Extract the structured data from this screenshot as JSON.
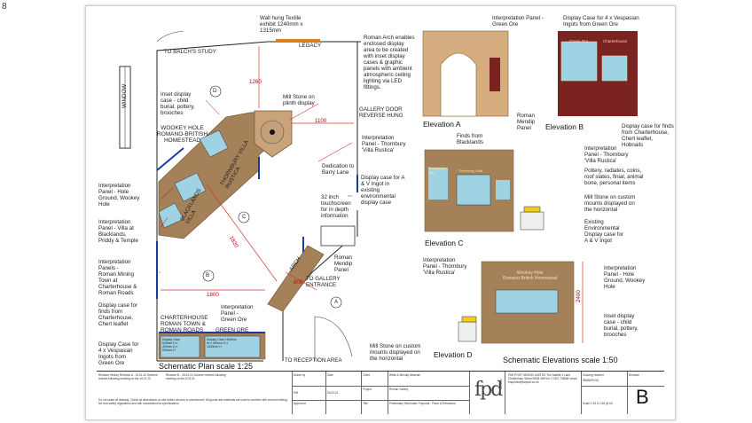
{
  "page_mark": "8",
  "plan": {
    "wall_hung": "Wall hung Textile\nexhibit 1240mm x\n1315mm",
    "legacy": "LEGACY",
    "to_balch": "TO BALCH'S STUDY",
    "window": "WINDOW",
    "inset_case": "Inset display\ncase - child\nburial, pottery,\nbrooches",
    "wookey_homestead": "WOOKEY HOLE\nROMANO-BRITISH\nHOMESTEAD",
    "mill_stone_plinth": "Mill Stone on\nplinth display",
    "dim_1100": "1100",
    "dim_1260": "1260",
    "gallery_door": "GALLERY DOOR\nREVERSE HUNG",
    "roman_arch": "Roman Arch enables\nenclosed display\narea to be created\nwith inset display\ncases & graphic\npanels with ambient\natmospheric ceiling\nlighting via LED\nfittings.",
    "interp_thornbury": "Interpretation\nPanel - Thornbury\n'Villa Rustica'",
    "dedication": "Dedication to\nBarry Lane",
    "display_case_av": "Display case for A\n& V Ingot in\nexisting\nenvironmental\ndisplay case",
    "touchscreen": "32 inch\ntouchscreen\nfor in depth\ninformation",
    "thornbury_villa": "THORNBURY VILLA\nRUSTICA",
    "blacklands_villa": "BLACKLANDS\nVILLA",
    "interp_hole_ground": "Interpretation\nPanel - Hole\nGround, Wookey\nHole",
    "interp_blacklands": "Interpretation\nPanel - Villa at\nBlacklands,\nPriddy & Temple",
    "interp_mining": "Interpretation\nPanels -\nRoman Mining\nTown at\nCharterhouse &\nRoman Roads",
    "display_case_finds": "Display case for\nfinds from\nCharterhouse,\nChert leaflet",
    "display_case_ingots": "Display Case for\n4 x Vespasian\nIngots from\nGreen Ore",
    "dim_1820": "1820",
    "dim_1800": "1800",
    "dim_900": "900",
    "roman_mendip": "Roman\nMendip\nPanel",
    "to_gallery_entrance": "TO GALLERY\nENTRANCE",
    "arch": "ARCH",
    "interp_green_ore": "Interpretation\nPanel -\nGreen Ore",
    "charterhouse": "CHARTERHOUSE\nROMAN TOWN &\nROMAN ROADS",
    "green_ore": "GREEN ORE",
    "to_reception": "TO RECEPTION AREA",
    "case_a": "Display Case\n600mm H x\n400mm D x\n900mm H",
    "case_b": "Display Case 1600mm\nW x 400mm D x\n1000mm H",
    "marker_d": "D",
    "marker_c": "C",
    "marker_b": "B",
    "marker_a": "A",
    "caption": "Schematic Plan scale 1:25"
  },
  "elevations": {
    "a_label": "Elevation A",
    "a_note": "Roman\nMendip\nPanel",
    "b_label": "Elevation B",
    "b_interp": "Interpretation Panel -\nGreen Ore",
    "b_display": "Display Case for 4 x Vespasian\nIngots from Green Ore",
    "b_finds": "Display case for finds\nfrom Charterhouse,\nChert leaflet, Hobnails",
    "b_green_ore": "Green Ore",
    "b_charterhouse": "Charterhouse",
    "c_label": "Elevation C",
    "c_finds": "Finds from\nBlacklands",
    "c_interp": "Interpretation\nPanel - Thornbury\n'Villa Rustica'",
    "c_pottery": "Pottery, radiates, coins,\nroof slates, finial, animal\nbone, personal items",
    "c_mill": "Mill Stone on custom\nmounts displayed on\nthe horizontal",
    "c_existing": "Existing\nEnvironmental\nDisplay case for\nA & V Ingot",
    "c_blacklands": "Blacklands\nVilla",
    "c_thornbury": "Thornbury Villa",
    "d_label": "Elevation D",
    "d_interp_thornbury": "Interpretation\nPanel - Thornbury\n'Villa Rustica'",
    "d_interp_hole": "Interpretation\nPanel - Hole\nGround, Wookey\nHole",
    "d_inset": "Inset display\ncase - child\nburial, pottery,\nbrooches",
    "d_mill": "Mill Stone on custom\nmounts displayed on\nthe horizontal",
    "d_wookey": "Wookey Hole\nRomano-British Homestead",
    "dim_2400": "2400",
    "caption": "Schematic Elevations scale 1:50"
  },
  "titleblock": {
    "revisions": "Revision History\nRevision A - 24.01.20\nScheme revised following\nmeeting on the 16.07.20",
    "revision_b": "Revision B - 26.03.21\nScheme revised following\nmeeting on the 5.03.21",
    "note": "Do not scale off drawing. Check all dimensions on site before all work is commenced. All goods and\nmaterials are used to conform with current building, fire and safety regulations and with\nmanufacturers specifications.",
    "drawn_by": "Drawn by",
    "drawn_by_val": "EW",
    "date": "Date",
    "date_val": "26.03.21",
    "client": "Client",
    "client_val": "Wells & Mendip Museum",
    "checked": "Checked",
    "approved": "Approved",
    "project": "Project",
    "project_val": "Roman Gallery",
    "title": "Title",
    "title_val": "Preliminary Schematic Proposal -\nPlans & Elevations",
    "logo": "fpd",
    "logo_side": "DESIGN",
    "company": "FAR POST DESIGN LIMITED\nThe Saddle\n4 Lane\nCheltenham Street\nBS28 4HR\ntel. 07407 738080\nemail enquiries@farpost.co.uk",
    "drawing_no_label": "Drawing Number",
    "drawing_no": "WMM/RG/01",
    "scale_label": "Scale 1:25 & 1:50 @ A3",
    "revision_label": "Revision",
    "revision": "B"
  },
  "colors": {
    "wall": "#a5815a",
    "wall_dark": "#7d5b37",
    "panel_blue": "#1a3aa0",
    "case_glass": "#9fd3e4",
    "red_dim": "#d23a30",
    "legacy_orange": "#e07a20",
    "maroon": "#7a2320",
    "brick": "#d6ad7e",
    "yellow": "#f2cd1c"
  }
}
